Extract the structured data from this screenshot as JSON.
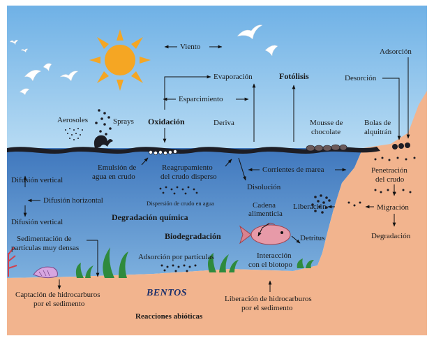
{
  "labels": {
    "viento": "Viento",
    "evaporacion": "Evaporación",
    "fotolisis": "Fotólisis",
    "adsorcion_top": "Adsorción",
    "desorcion": "Desorción",
    "esparcimiento": "Esparcimiento",
    "aerosoles": "Aerosoles",
    "sprays": "Sprays",
    "oxidacion": "Oxidación",
    "deriva": "Deriva",
    "mousse_1": "Mousse de",
    "mousse_2": "chocolate",
    "bolas_1": "Bolas de",
    "bolas_2": "alquitrán",
    "emulsion_1": "Emulsión de",
    "emulsion_2": "agua en crudo",
    "reagrup_1": "Reagrupamiento",
    "reagrup_2": "del crudo disperso",
    "corrientes": "Corrientes de marea",
    "penetracion_1": "Penetración",
    "penetracion_2": "del crudo",
    "difusion_vertical_top": "Difusión vertical",
    "difusion_horizontal": "Difusión horizontal",
    "difusion_vertical_bottom": "Difusión vertical",
    "dispersion": "Dispersión de crudo en agua",
    "disolucion": "Disolución",
    "cadena_1": "Cadena",
    "cadena_2": "alimenticia",
    "liberacion": "Liberación",
    "migracion": "Migración",
    "degradacion_quimica": "Degradación química",
    "biodegradacion": "Biodegradación",
    "detritus": "Detritus",
    "degradacion": "Degradación",
    "sediment_1": "Sedimentación de",
    "sediment_2": "partículas muy densas",
    "adsorcion_particulas": "Adsorción por partículas",
    "interaccion_1": "Interacción",
    "interaccion_2": "con el biotopo",
    "bentos": "BENTOS",
    "captacion_1": "Captación de hidrocarburos",
    "captacion_2": "por el sedimento",
    "liberacion_sed_1": "Liberación de hidrocarburos",
    "liberacion_sed_2": "por el sedimento",
    "reacciones": "Reacciones abióticas"
  },
  "colors": {
    "sky": "#8ec3ea",
    "sea": "#4f86c6",
    "sand": "#f2b48e",
    "oil": "#1d1d24",
    "sun": "#f5a623",
    "fish": "#e79aa8",
    "seaweed": "#2f8a3d"
  }
}
